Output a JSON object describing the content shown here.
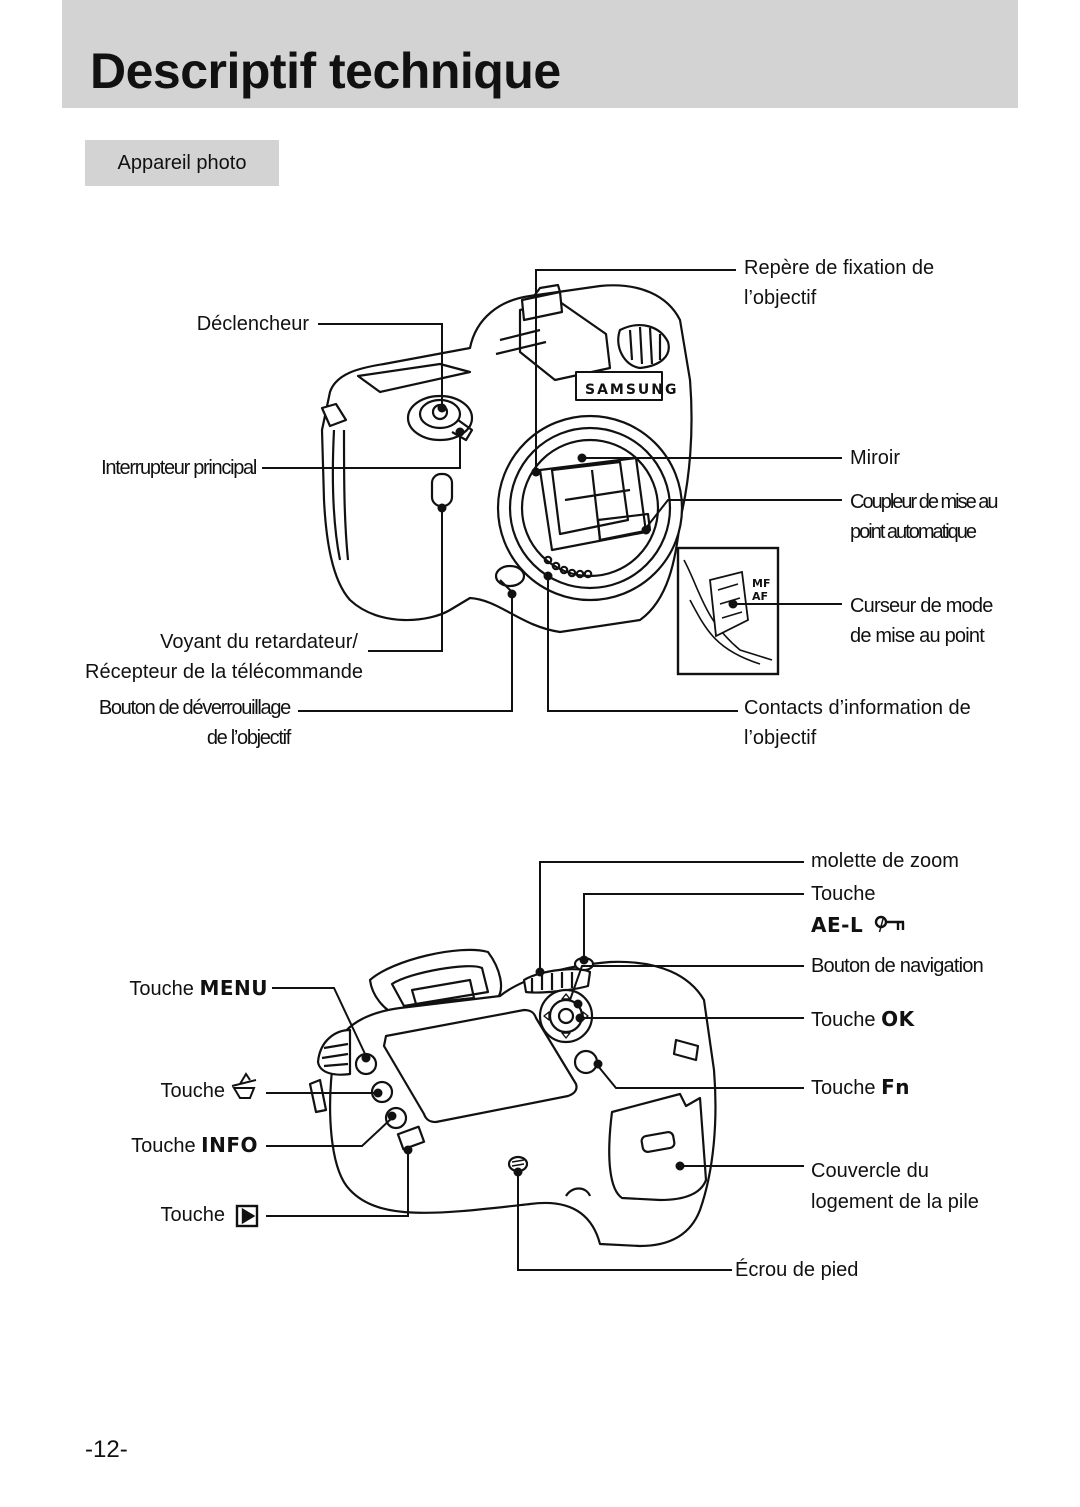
{
  "header": {
    "title": "Descriptif technique"
  },
  "section": {
    "tab_label": "Appareil photo"
  },
  "front_view": {
    "brand": "SAMSUNG",
    "callouts": {
      "shutter": "Déclencheur",
      "main_switch": "Interrupteur principal",
      "self_timer_1": "Voyant du retardateur/",
      "self_timer_2": "Récepteur de la télécommande",
      "lens_release_1": "Bouton de déverrouillage",
      "lens_release_2": "de l’objectif",
      "mount_mark_1": "Repère de fixation de",
      "mount_mark_2": "l’objectif",
      "mirror": "Miroir",
      "af_coupler_1": "Coupleur de mise au",
      "af_coupler_2": "point automatique",
      "focus_mode_1": "Curseur de mode",
      "focus_mode_2": "de mise au point",
      "lens_contacts_1": "Contacts d’information de",
      "lens_contacts_2": "l’objectif"
    },
    "switch_labels": {
      "mf": "MF",
      "af": "AF"
    }
  },
  "back_view": {
    "callouts": {
      "zoom_dial": "molette de zoom",
      "ael_word": "Touche",
      "ael_key": "AE-L",
      "ael_sep": "/",
      "nav_button": "Bouton de navigation",
      "ok_word": "Touche",
      "ok_key": "OK",
      "fn_word": "Touche",
      "fn_key": "Fn",
      "battery_1": "Couvercle du",
      "battery_2": "logement de la pile",
      "tripod": "Écrou de pied",
      "menu_word": "Touche",
      "menu_key": "MENU",
      "delete_word": "Touche",
      "info_word": "Touche",
      "info_key": "INFO",
      "play_word": "Touche"
    }
  },
  "footer": {
    "page_number": "-12-"
  }
}
